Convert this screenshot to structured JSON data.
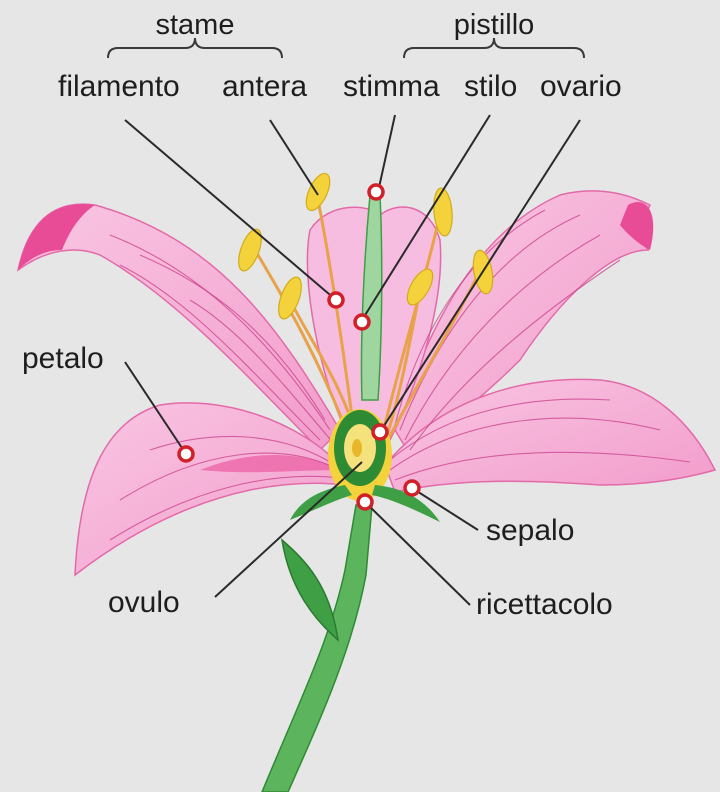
{
  "labels": {
    "stame": "stame",
    "pistillo": "pistillo",
    "filamento": "filamento",
    "antera": "antera",
    "stimma": "stimma",
    "stilo": "stilo",
    "ovario": "ovario",
    "petalo": "petalo",
    "sepalo": "sepalo",
    "ovulo": "ovulo",
    "ricettacolo": "ricettacolo"
  },
  "colors": {
    "background": "#e6e6e6",
    "petal": "#f6b3d8",
    "petal_edge": "#e94c97",
    "stem": "#5cb55c",
    "anther": "#f4d23b",
    "pin_ring": "#d0202a"
  }
}
